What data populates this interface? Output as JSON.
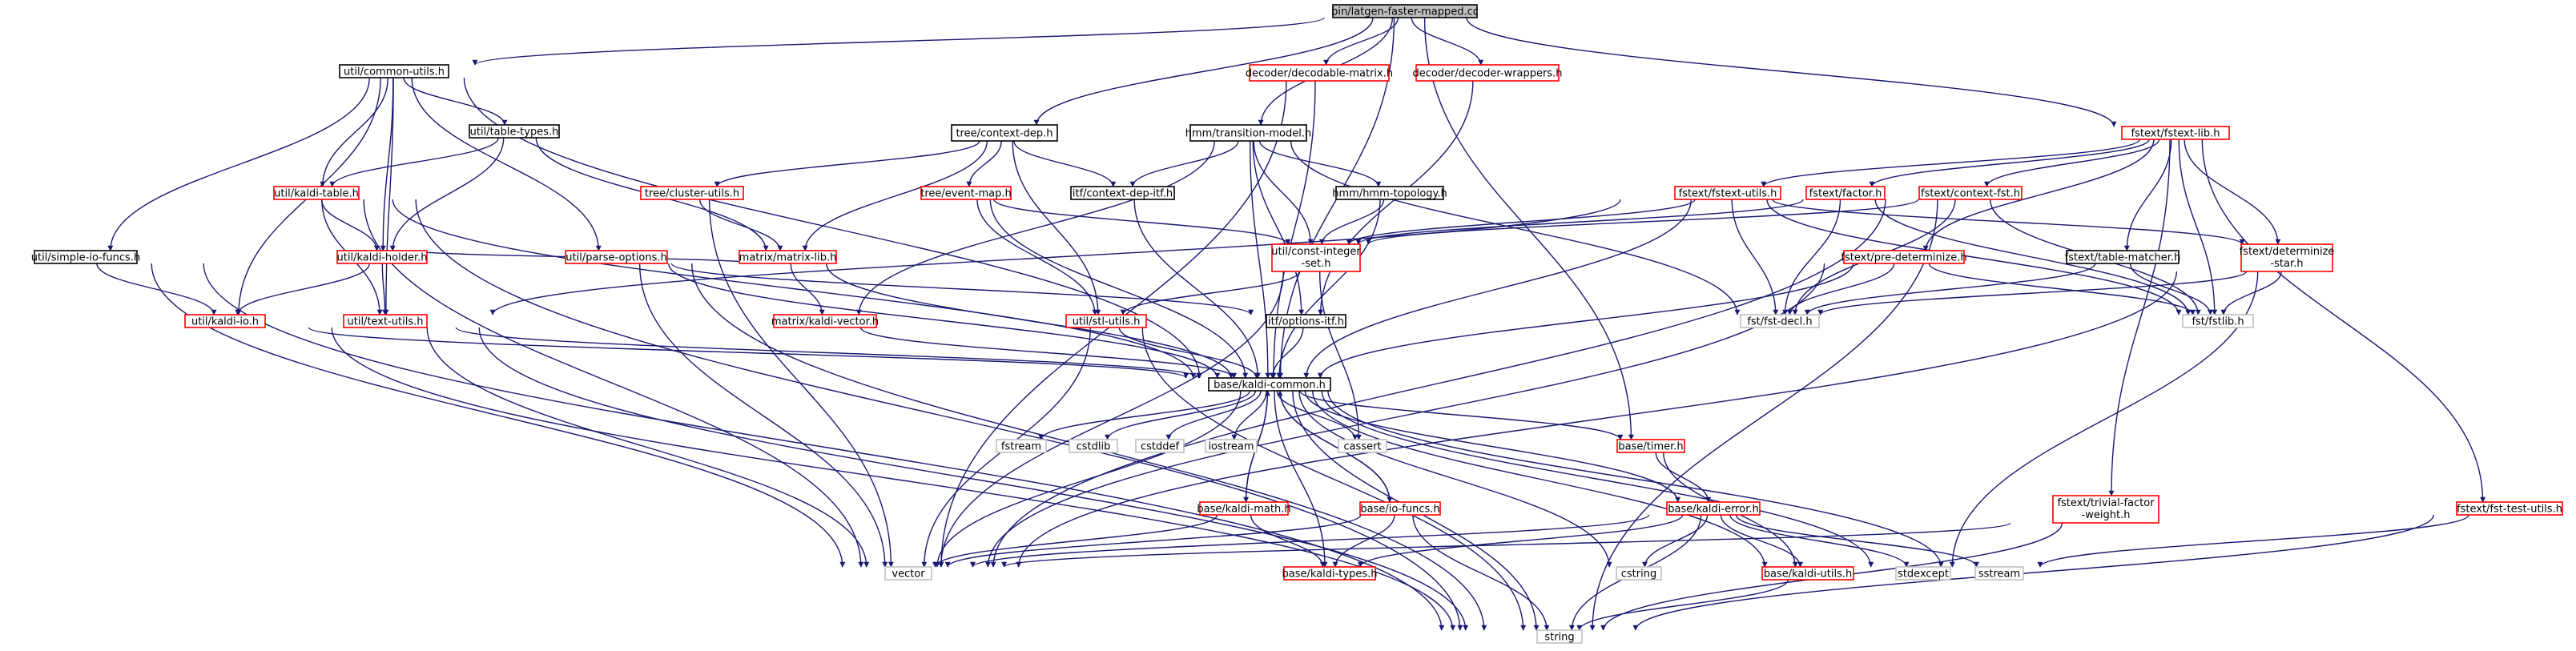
{
  "graph": {
    "nodes": [
      {
        "id": "n0",
        "label": "bin/latgen-faster-mapped.cc",
        "style": "root"
      },
      {
        "id": "n1",
        "label": "util/common-utils.h",
        "style": "black"
      },
      {
        "id": "n2",
        "label": "decoder/decodable-matrix.h",
        "style": "red"
      },
      {
        "id": "n3",
        "label": "decoder/decoder-wrappers.h",
        "style": "red"
      },
      {
        "id": "n4",
        "label": "fstext/fstext-lib.h",
        "style": "red"
      },
      {
        "id": "n5",
        "label": "util/table-types.h",
        "style": "black"
      },
      {
        "id": "n6",
        "label": "tree/context-dep.h",
        "style": "black"
      },
      {
        "id": "n7",
        "label": "hmm/transition-model.h",
        "style": "black"
      },
      {
        "id": "n8",
        "label": "util/kaldi-table.h",
        "style": "red"
      },
      {
        "id": "n9",
        "label": "tree/cluster-utils.h",
        "style": "red"
      },
      {
        "id": "n10",
        "label": "tree/event-map.h",
        "style": "red"
      },
      {
        "id": "n11",
        "label": "itf/context-dep-itf.h",
        "style": "black"
      },
      {
        "id": "n12",
        "label": "hmm/hmm-topology.h",
        "style": "black"
      },
      {
        "id": "n13",
        "label": "fstext/fstext-utils.h",
        "style": "red"
      },
      {
        "id": "n14",
        "label": "fstext/factor.h",
        "style": "red"
      },
      {
        "id": "n15",
        "label": "fstext/context-fst.h",
        "style": "red"
      },
      {
        "id": "n16",
        "label": "util/simple-io-funcs.h",
        "style": "black"
      },
      {
        "id": "n17",
        "label": "util/kaldi-holder.h",
        "style": "red"
      },
      {
        "id": "n18",
        "label": "util/parse-options.h",
        "style": "red"
      },
      {
        "id": "n19",
        "label": "matrix/matrix-lib.h",
        "style": "red"
      },
      {
        "id": "n20",
        "label": "util/const-integer\n-set.h",
        "style": "red"
      },
      {
        "id": "n21",
        "label": "fstext/pre-determinize.h",
        "style": "red"
      },
      {
        "id": "n22",
        "label": "fstext/table-matcher.h",
        "style": "black"
      },
      {
        "id": "n23",
        "label": "fstext/determinize\n-star.h",
        "style": "red"
      },
      {
        "id": "n24",
        "label": "util/kaldi-io.h",
        "style": "red"
      },
      {
        "id": "n25",
        "label": "util/text-utils.h",
        "style": "red"
      },
      {
        "id": "n26",
        "label": "matrix/kaldi-vector.h",
        "style": "red"
      },
      {
        "id": "n27",
        "label": "util/stl-utils.h",
        "style": "red"
      },
      {
        "id": "n28",
        "label": "itf/options-itf.h",
        "style": "black"
      },
      {
        "id": "n29",
        "label": "fst/fst-decl.h",
        "style": "gray"
      },
      {
        "id": "n30",
        "label": "fst/fstlib.h",
        "style": "gray"
      },
      {
        "id": "n31",
        "label": "base/kaldi-common.h",
        "style": "black"
      },
      {
        "id": "n32",
        "label": "fstream",
        "style": "gray"
      },
      {
        "id": "n33",
        "label": "cstdlib",
        "style": "gray"
      },
      {
        "id": "n34",
        "label": "cstddef",
        "style": "gray"
      },
      {
        "id": "n35",
        "label": "iostream",
        "style": "gray"
      },
      {
        "id": "n36",
        "label": "cassert",
        "style": "gray"
      },
      {
        "id": "n37",
        "label": "base/timer.h",
        "style": "red"
      },
      {
        "id": "n38",
        "label": "base/kaldi-math.h",
        "style": "red"
      },
      {
        "id": "n39",
        "label": "base/io-funcs.h",
        "style": "red"
      },
      {
        "id": "n40",
        "label": "base/kaldi-error.h",
        "style": "red"
      },
      {
        "id": "n41",
        "label": "fstext/trivial-factor\n-weight.h",
        "style": "red"
      },
      {
        "id": "n42",
        "label": "fstext/fst-test-utils.h",
        "style": "red"
      },
      {
        "id": "n43",
        "label": "vector",
        "style": "gray"
      },
      {
        "id": "n44",
        "label": "base/kaldi-types.h",
        "style": "red"
      },
      {
        "id": "n45",
        "label": "cstring",
        "style": "gray"
      },
      {
        "id": "n46",
        "label": "base/kaldi-utils.h",
        "style": "red"
      },
      {
        "id": "n47",
        "label": "stdexcept",
        "style": "gray"
      },
      {
        "id": "n48",
        "label": "sstream",
        "style": "gray"
      },
      {
        "id": "n49",
        "label": "string",
        "style": "gray"
      }
    ],
    "edges": [
      [
        "n0",
        "n1"
      ],
      [
        "n0",
        "n2"
      ],
      [
        "n0",
        "n3"
      ],
      [
        "n0",
        "n4"
      ],
      [
        "n0",
        "n6"
      ],
      [
        "n0",
        "n7"
      ],
      [
        "n0",
        "n31"
      ],
      [
        "n0",
        "n37"
      ],
      [
        "n1",
        "n5"
      ],
      [
        "n1",
        "n8"
      ],
      [
        "n1",
        "n16"
      ],
      [
        "n1",
        "n17"
      ],
      [
        "n1",
        "n18"
      ],
      [
        "n1",
        "n24"
      ],
      [
        "n1",
        "n25"
      ],
      [
        "n1",
        "n31"
      ],
      [
        "n2",
        "n31"
      ],
      [
        "n2",
        "n43"
      ],
      [
        "n3",
        "n28"
      ],
      [
        "n4",
        "n13"
      ],
      [
        "n4",
        "n14"
      ],
      [
        "n4",
        "n15"
      ],
      [
        "n4",
        "n21"
      ],
      [
        "n4",
        "n22"
      ],
      [
        "n4",
        "n23"
      ],
      [
        "n4",
        "n30"
      ],
      [
        "n4",
        "n41"
      ],
      [
        "n4",
        "n42"
      ],
      [
        "n5",
        "n8"
      ],
      [
        "n5",
        "n17"
      ],
      [
        "n5",
        "n19"
      ],
      [
        "n6",
        "n9"
      ],
      [
        "n6",
        "n10"
      ],
      [
        "n6",
        "n11"
      ],
      [
        "n6",
        "n19"
      ],
      [
        "n6",
        "n27"
      ],
      [
        "n7",
        "n11"
      ],
      [
        "n7",
        "n12"
      ],
      [
        "n7",
        "n20"
      ],
      [
        "n7",
        "n26"
      ],
      [
        "n7",
        "n28"
      ],
      [
        "n7",
        "n29"
      ],
      [
        "n7",
        "n31"
      ],
      [
        "n8",
        "n17"
      ],
      [
        "n8",
        "n25"
      ],
      [
        "n8",
        "n31"
      ],
      [
        "n8",
        "n43"
      ],
      [
        "n8",
        "n49"
      ],
      [
        "n9",
        "n19"
      ],
      [
        "n9",
        "n43"
      ],
      [
        "n10",
        "n20"
      ],
      [
        "n10",
        "n27"
      ],
      [
        "n10",
        "n31"
      ],
      [
        "n11",
        "n31"
      ],
      [
        "n12",
        "n20"
      ],
      [
        "n12",
        "n31"
      ],
      [
        "n13",
        "n20"
      ],
      [
        "n13",
        "n23"
      ],
      [
        "n13",
        "n25"
      ],
      [
        "n13",
        "n29"
      ],
      [
        "n13",
        "n31"
      ],
      [
        "n13",
        "n30"
      ],
      [
        "n14",
        "n20"
      ],
      [
        "n14",
        "n29"
      ],
      [
        "n14",
        "n30"
      ],
      [
        "n15",
        "n20"
      ],
      [
        "n15",
        "n29"
      ],
      [
        "n15",
        "n30"
      ],
      [
        "n15",
        "n49"
      ],
      [
        "n15",
        "n43"
      ],
      [
        "n16",
        "n24"
      ],
      [
        "n16",
        "n43"
      ],
      [
        "n16",
        "n49"
      ],
      [
        "n17",
        "n24"
      ],
      [
        "n17",
        "n25"
      ],
      [
        "n17",
        "n19"
      ],
      [
        "n18",
        "n28"
      ],
      [
        "n18",
        "n31"
      ],
      [
        "n18",
        "n43"
      ],
      [
        "n18",
        "n49"
      ],
      [
        "n19",
        "n26"
      ],
      [
        "n19",
        "n31"
      ],
      [
        "n20",
        "n27"
      ],
      [
        "n20",
        "n36"
      ],
      [
        "n20",
        "n43"
      ],
      [
        "n21",
        "n29"
      ],
      [
        "n21",
        "n30"
      ],
      [
        "n21",
        "n31"
      ],
      [
        "n21",
        "n43"
      ],
      [
        "n22",
        "n29"
      ],
      [
        "n22",
        "n30"
      ],
      [
        "n23",
        "n29"
      ],
      [
        "n23",
        "n30"
      ],
      [
        "n23",
        "n43"
      ],
      [
        "n23",
        "n47"
      ],
      [
        "n24",
        "n31"
      ],
      [
        "n24",
        "n49"
      ],
      [
        "n25",
        "n31"
      ],
      [
        "n25",
        "n43"
      ],
      [
        "n25",
        "n49"
      ],
      [
        "n26",
        "n31"
      ],
      [
        "n27",
        "n31"
      ],
      [
        "n27",
        "n43"
      ],
      [
        "n27",
        "n49"
      ],
      [
        "n28",
        "n31"
      ],
      [
        "n31",
        "n32"
      ],
      [
        "n31",
        "n33"
      ],
      [
        "n31",
        "n34"
      ],
      [
        "n31",
        "n35"
      ],
      [
        "n31",
        "n36"
      ],
      [
        "n31",
        "n37"
      ],
      [
        "n31",
        "n38"
      ],
      [
        "n31",
        "n39"
      ],
      [
        "n31",
        "n40"
      ],
      [
        "n31",
        "n43"
      ],
      [
        "n31",
        "n44"
      ],
      [
        "n31",
        "n45"
      ],
      [
        "n31",
        "n46"
      ],
      [
        "n31",
        "n47"
      ],
      [
        "n31",
        "n48"
      ],
      [
        "n31",
        "n49"
      ],
      [
        "n37",
        "n40"
      ],
      [
        "n37",
        "n46"
      ],
      [
        "n38",
        "n31"
      ],
      [
        "n38",
        "n43"
      ],
      [
        "n38",
        "n44"
      ],
      [
        "n39",
        "n31"
      ],
      [
        "n39",
        "n43"
      ],
      [
        "n39",
        "n44"
      ],
      [
        "n39",
        "n49"
      ],
      [
        "n40",
        "n43"
      ],
      [
        "n40",
        "n44"
      ],
      [
        "n40",
        "n45"
      ],
      [
        "n40",
        "n46"
      ],
      [
        "n40",
        "n47"
      ],
      [
        "n40",
        "n48"
      ],
      [
        "n40",
        "n49"
      ],
      [
        "n41",
        "n43"
      ],
      [
        "n41",
        "n49"
      ],
      [
        "n42",
        "n48"
      ],
      [
        "n42",
        "n49"
      ],
      [
        "n46",
        "n49"
      ]
    ]
  },
  "colors": {
    "edge": "#191970",
    "red_border": "#ff0000",
    "black_border": "#000000",
    "gray_border": "#bfbfbf",
    "root_fill": "#bfbfbf",
    "node_fill": "#ffffff"
  }
}
